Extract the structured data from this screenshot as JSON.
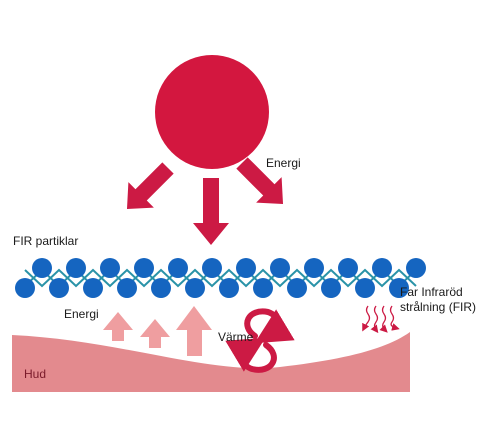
{
  "labels": {
    "energi_top": "Energi",
    "fir_particles": "FIR partiklar",
    "energi_left": "Energi",
    "heat": "Värme",
    "fir_line1": "Far Infraröd",
    "fir_line2": "strålning (FIR)",
    "skin": "Hud"
  },
  "colors": {
    "sun": "#d3173f",
    "arrow_red": "#cc1a44",
    "particle_blue": "#1565c0",
    "wave_teal": "#2a93a8",
    "skin": "#e38a8e",
    "skin_arrow": "#ef9ea0"
  },
  "icons": [
    "sun-circle",
    "energy-arrow",
    "fir-particle",
    "heat-cycle-icon",
    "radiation-arrow",
    "skin-layer"
  ]
}
